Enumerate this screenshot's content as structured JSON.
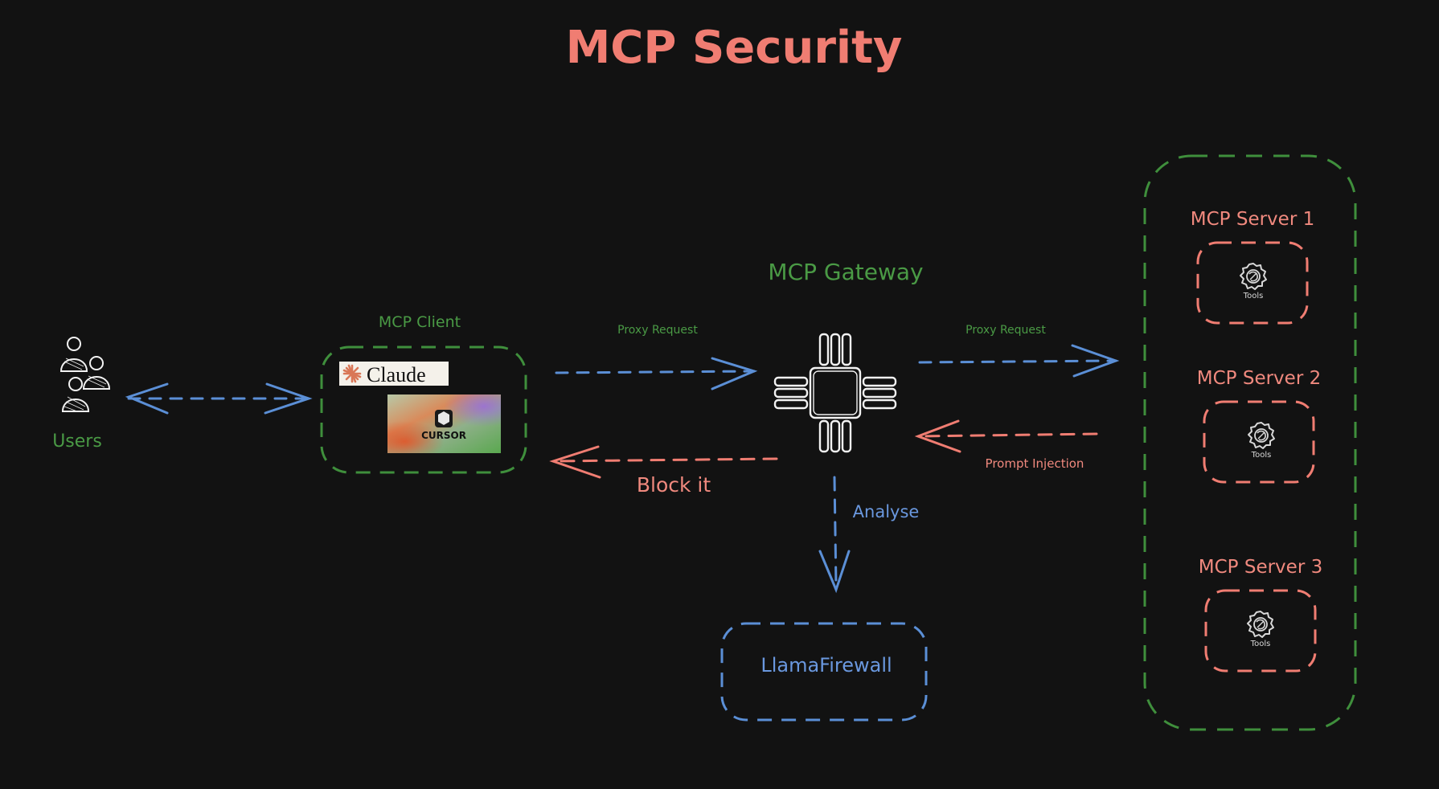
{
  "title": "MCP Security",
  "colors": {
    "background": "#121212",
    "red": "#f07d72",
    "green": "#3f8f3c",
    "blue": "#5b8fd6",
    "white": "#f2f2f2",
    "red_text": "#f0897e",
    "green_text": "#4a9a45",
    "blue_text": "#6a98df"
  },
  "users": {
    "label": "Users",
    "icon": "users-icon"
  },
  "client": {
    "label": "MCP Client",
    "apps": [
      {
        "name": "Claude",
        "icon": "claude-logo"
      },
      {
        "name": "CURSOR",
        "icon": "cursor-logo"
      }
    ]
  },
  "gateway": {
    "label": "MCP Gateway",
    "icon": "chip-icon"
  },
  "servers": [
    {
      "label": "MCP Server 1",
      "tools_label": "Tools"
    },
    {
      "label": "MCP Server 2",
      "tools_label": "Tools"
    },
    {
      "label": "MCP Server 3",
      "tools_label": "Tools"
    }
  ],
  "firewall": {
    "label": "LlamaFirewall"
  },
  "edges": {
    "client_to_gateway": "Proxy Request",
    "gateway_to_servers": "Proxy Request",
    "servers_to_gateway": "Prompt Injection",
    "gateway_to_client": "Block it",
    "gateway_to_firewall": "Analyse"
  }
}
